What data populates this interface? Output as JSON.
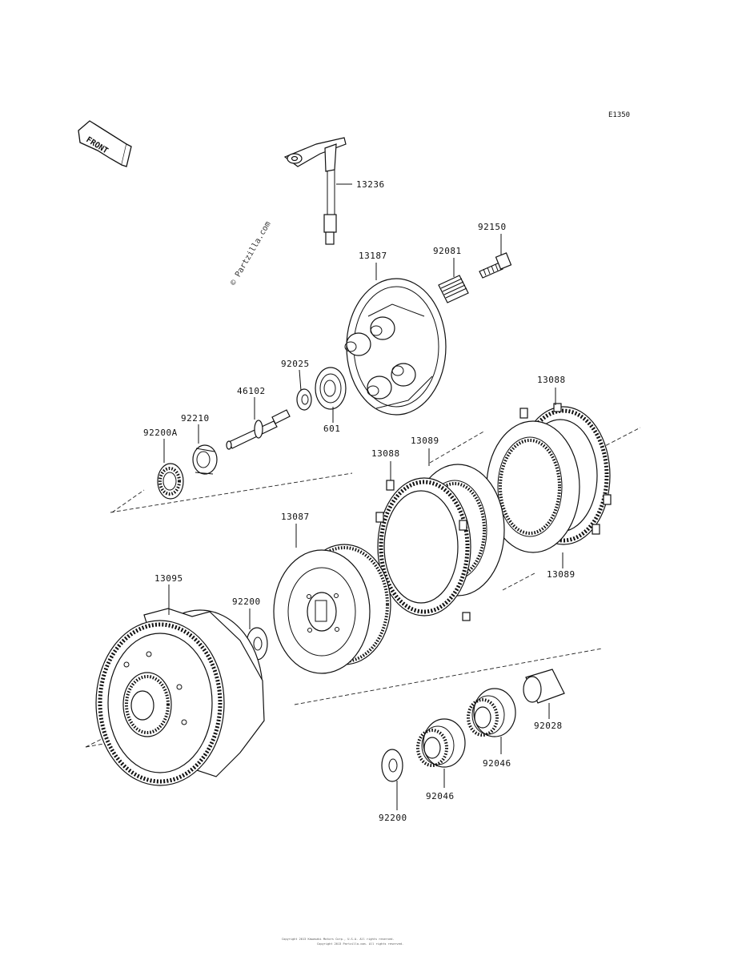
{
  "diagram": {
    "code": "E1350",
    "front_label": "FRONT",
    "watermark": "© Partzilla.com",
    "footer_line1": "Copyright 2013 Kawasaki Motors Corp., U.S.A. All rights reserved.",
    "footer_line2": "Copyright 2013 Partzilla.com. All rights reserved.",
    "parts": [
      {
        "number": "13236"
      },
      {
        "number": "92150"
      },
      {
        "number": "13187"
      },
      {
        "number": "92081"
      },
      {
        "number": "92025"
      },
      {
        "number": "46102"
      },
      {
        "number": "601"
      },
      {
        "number": "92210"
      },
      {
        "number": "92200A"
      },
      {
        "number": "13088"
      },
      {
        "number": "13089"
      },
      {
        "number": "13088"
      },
      {
        "number": "13087"
      },
      {
        "number": "13089"
      },
      {
        "number": "13095"
      },
      {
        "number": "92200"
      },
      {
        "number": "92028"
      },
      {
        "number": "92046"
      },
      {
        "number": "92046"
      },
      {
        "number": "92200"
      }
    ]
  }
}
